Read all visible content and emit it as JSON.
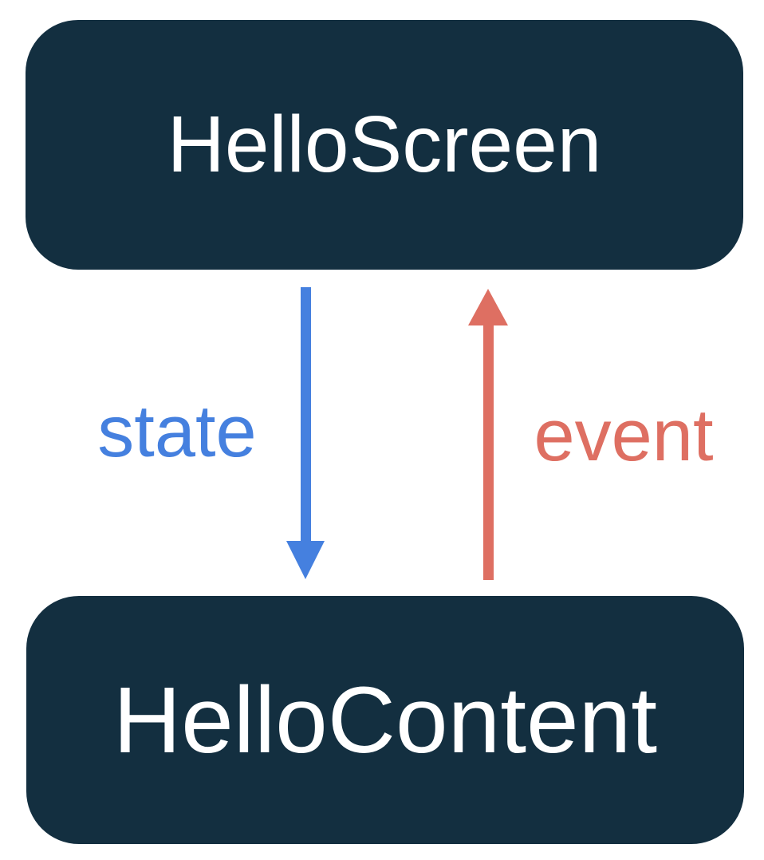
{
  "colors": {
    "canvas_bg": "#FFFFFF",
    "box_bg": "#132F40",
    "box_text": "#FFFFFF",
    "state_blue": "#4580DF",
    "event_red": "#DE6F62"
  },
  "diagram": {
    "top_box": {
      "label": "HelloScreen"
    },
    "bottom_box": {
      "label": "HelloContent"
    },
    "arrows": {
      "state": {
        "label": "state",
        "direction": "down",
        "from": "HelloScreen",
        "to": "HelloContent"
      },
      "event": {
        "label": "event",
        "direction": "up",
        "from": "HelloContent",
        "to": "HelloScreen"
      }
    }
  }
}
